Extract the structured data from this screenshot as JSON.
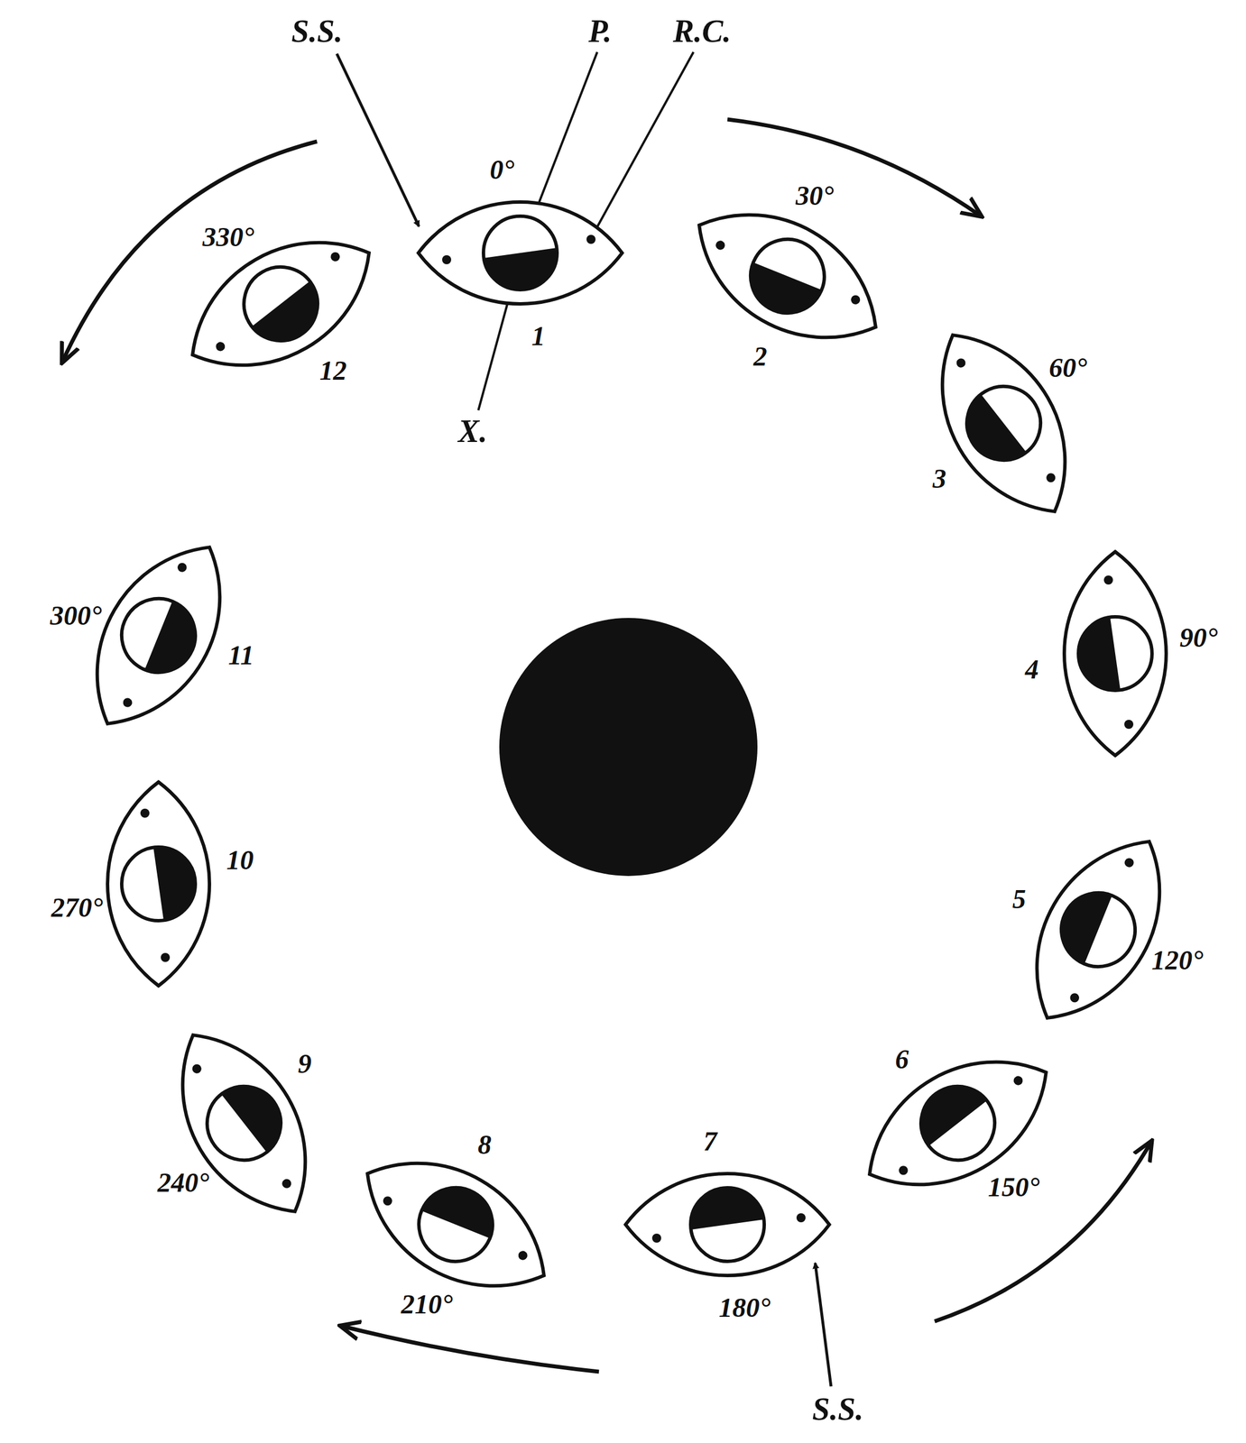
{
  "diagram": {
    "nodes": [
      {
        "text": [
          "0°",
          "1"
        ]
      },
      {
        "text": [
          "30°",
          "2"
        ]
      },
      {
        "text": [
          "60°",
          "3"
        ]
      },
      {
        "text": [
          "90°",
          "4"
        ]
      },
      {
        "text": [
          "120°",
          "5"
        ]
      },
      {
        "text": [
          "150°",
          "6"
        ]
      },
      {
        "text": [
          "180°",
          "7"
        ]
      },
      {
        "text": [
          "210°",
          "8"
        ]
      },
      {
        "text": [
          "240°",
          "9"
        ]
      },
      {
        "text": [
          "270°",
          "10"
        ]
      },
      {
        "text": [
          "300°",
          "11"
        ]
      },
      {
        "text": [
          "330°",
          "12"
        ]
      }
    ],
    "labels": [
      "S.S.",
      "P.",
      "R.C.",
      "X.",
      "S.S."
    ]
  }
}
